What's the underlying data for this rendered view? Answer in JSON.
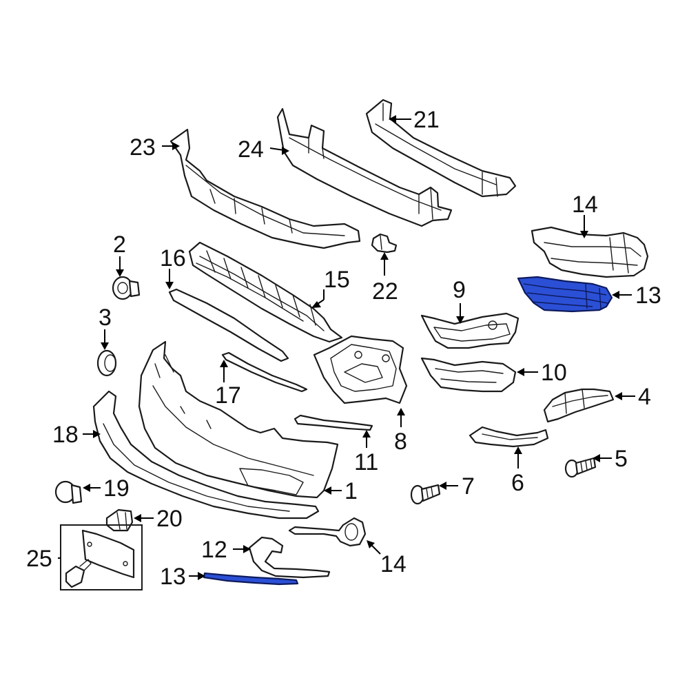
{
  "callouts": {
    "c1": "1",
    "c2": "2",
    "c3": "3",
    "c4": "4",
    "c5": "5",
    "c6": "6",
    "c7": "7",
    "c8": "8",
    "c9": "9",
    "c10": "10",
    "c11": "11",
    "c12": "12",
    "c13a": "13",
    "c13b": "13",
    "c14a": "14",
    "c14b": "14",
    "c15": "15",
    "c16": "16",
    "c17": "17",
    "c18": "18",
    "c19": "19",
    "c20": "20",
    "c21": "21",
    "c22": "22",
    "c23": "23",
    "c24": "24",
    "c25": "25"
  },
  "colors": {
    "highlight": "#2b50d6",
    "line": "#1a1a1a"
  }
}
